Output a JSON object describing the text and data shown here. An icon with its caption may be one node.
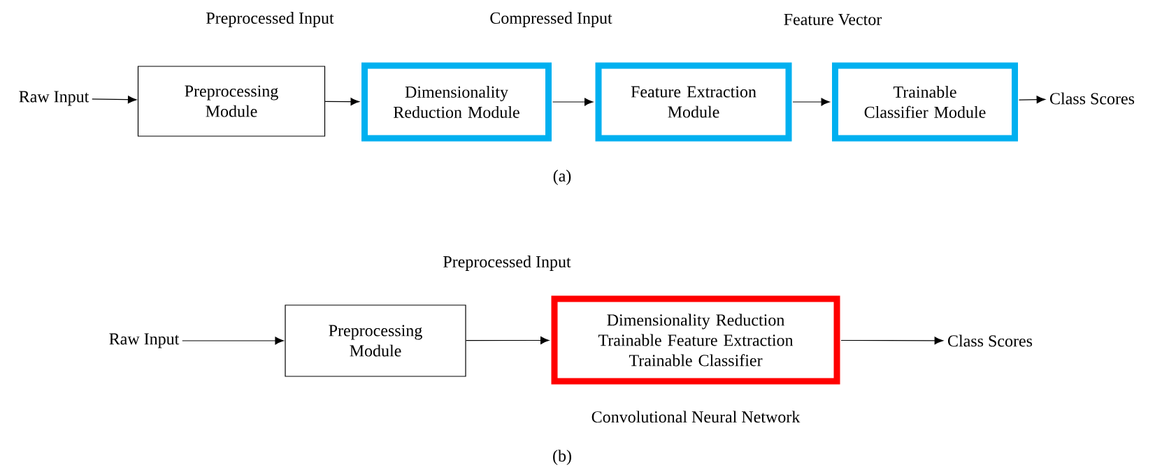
{
  "diagram": {
    "nodes": [
      {
        "text": [
          "Raw Input"
        ]
      },
      {
        "text": [
          "Preprocessing Module"
        ]
      },
      {
        "text": [
          "Dimensionality Reduction Module"
        ]
      },
      {
        "text": [
          "Feature Extraction Module"
        ]
      },
      {
        "text": [
          "Trainable Classifier Module"
        ]
      },
      {
        "text": [
          "Class Scores"
        ]
      },
      {
        "text": [
          "Raw Input"
        ]
      },
      {
        "text": [
          "Preprocessing Module"
        ]
      },
      {
        "text": [
          "Dimensionality Reduction",
          "Trainable Feature Extraction",
          "Trainable Classifier"
        ],
        "beside": [
          "Convolutional Neural Network"
        ]
      },
      {
        "text": [
          "Class Scores"
        ]
      }
    ],
    "edges": [
      {
        "from": 0,
        "to": 1,
        "arrow": "to"
      },
      {
        "from": 1,
        "to": 2,
        "arrow": "to"
      },
      {
        "from": 2,
        "to": 3,
        "arrow": "to"
      },
      {
        "from": 3,
        "to": 4,
        "arrow": "to"
      },
      {
        "from": 4,
        "to": 5,
        "arrow": "to"
      },
      {
        "from": 6,
        "to": 7,
        "arrow": "to"
      },
      {
        "from": 7,
        "to": 8,
        "arrow": "to"
      },
      {
        "from": 8,
        "to": 9,
        "arrow": "to"
      }
    ],
    "labels": [
      "Preprocessed Input",
      "Compressed Input",
      "Feature Vector",
      "(a)",
      "Preprocessed Input",
      "(b)"
    ]
  }
}
